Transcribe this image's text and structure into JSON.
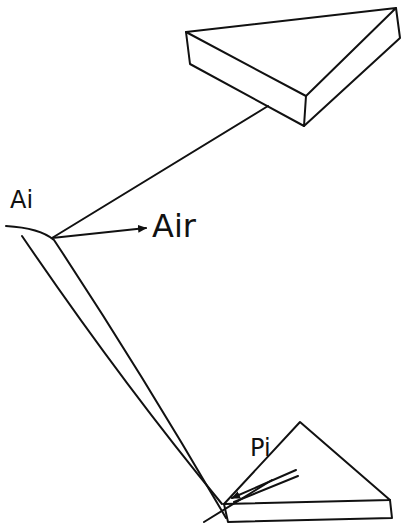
{
  "diagram": {
    "labels": [
      "Ai",
      "Air",
      "Pi"
    ]
  }
}
